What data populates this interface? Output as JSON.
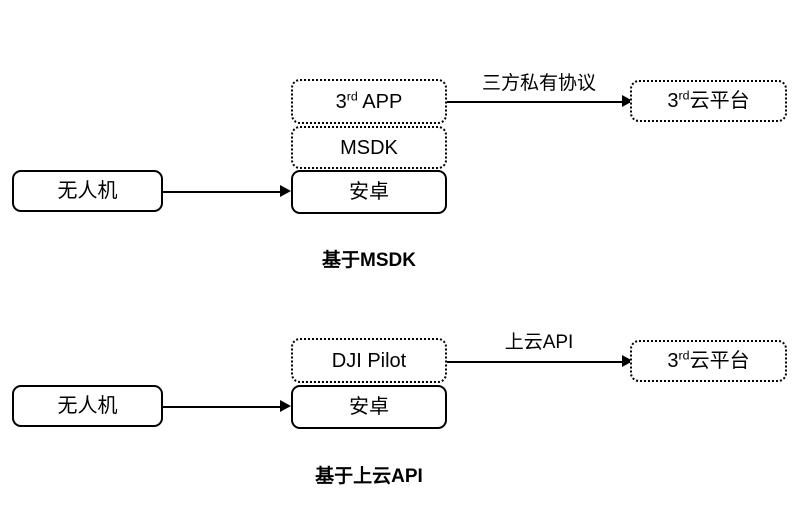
{
  "diagram": {
    "background_color": "#ffffff",
    "line_color": "#000000",
    "text_color": "#000000",
    "sections": [
      {
        "id": "msdk",
        "caption": "基于MSDK",
        "source_box": {
          "label": "无人机",
          "style": "solid"
        },
        "stack": [
          {
            "label_prefix": "3",
            "label_sup": "rd",
            "label_suffix": " APP",
            "style": "dotted"
          },
          {
            "label_prefix": "MSDK",
            "label_sup": "",
            "label_suffix": "",
            "style": "dotted"
          },
          {
            "label_prefix": "安卓",
            "label_sup": "",
            "label_suffix": "",
            "style": "solid"
          }
        ],
        "edge_label": "三方私有协议",
        "target_box": {
          "label_prefix": "3",
          "label_sup": "rd",
          "label_suffix": "云平台",
          "style": "dotted"
        }
      },
      {
        "id": "cloud-api",
        "caption": "基于上云API",
        "source_box": {
          "label": "无人机",
          "style": "solid"
        },
        "stack": [
          {
            "label_prefix": "DJI Pilot",
            "label_sup": "",
            "label_suffix": "",
            "style": "dotted"
          },
          {
            "label_prefix": "安卓",
            "label_sup": "",
            "label_suffix": "",
            "style": "solid"
          }
        ],
        "edge_label": "上云API",
        "target_box": {
          "label_prefix": "3",
          "label_sup": "rd",
          "label_suffix": "云平台",
          "style": "dotted"
        }
      }
    ]
  }
}
